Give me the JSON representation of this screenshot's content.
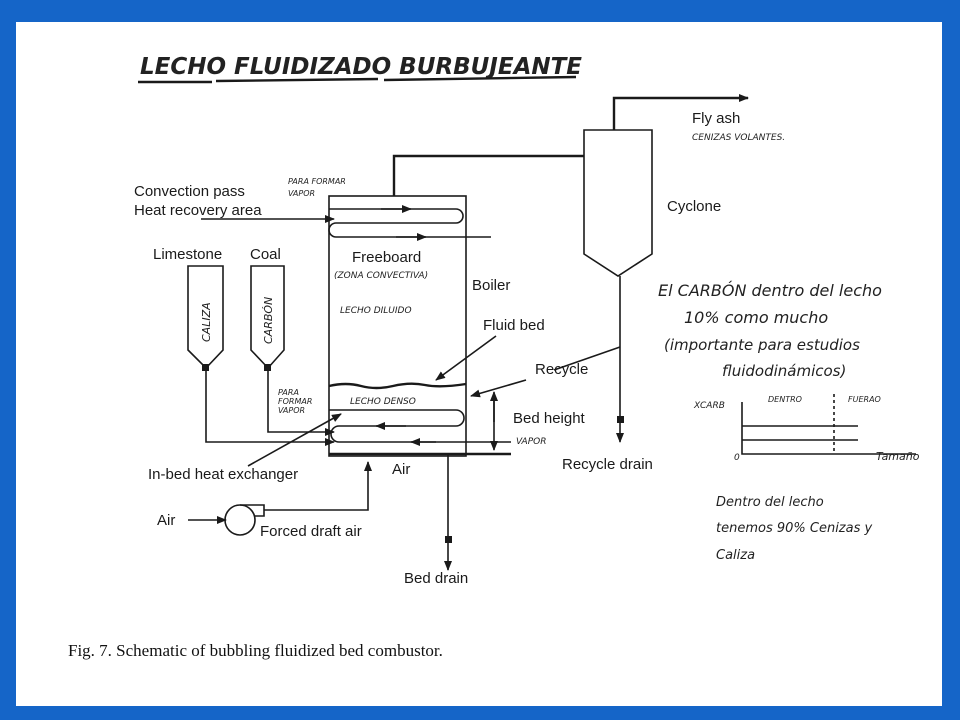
{
  "title": "LECHO FLUIDIZADO BURBUJEANTE",
  "labels": {
    "fly_ash": "Fly ash",
    "cenizas_volantes": "CENIZAS VOLANTES.",
    "para_formar_vapor_top_1": "PARA FORMAR",
    "para_formar_vapor_top_2": "VAPOR",
    "convection_pass": "Convection pass",
    "heat_recovery_area": "Heat recovery area",
    "cyclone": "Cyclone",
    "limestone": "Limestone",
    "coal": "Coal",
    "caliza": "CALIZA",
    "carbon": "CARBÓN",
    "freeboard": "Freeboard",
    "zona_convectiva": "(ZONA CONVECTIVA)",
    "boiler": "Boiler",
    "lecho_diluido": "LECHO DILUIDO",
    "fluid_bed": "Fluid bed",
    "recycle": "Recycle",
    "para_formar_vapor_bed_1": "PARA",
    "para_formar_vapor_bed_2": "FORMAR",
    "para_formar_vapor_bed_3": "VAPOR",
    "lecho_denso": "LECHO DENSO",
    "bed_height": "Bed height",
    "vapor": "VAPOR",
    "recycle_drain": "Recycle drain",
    "in_bed_heat_exchanger": "In-bed heat exchanger",
    "air_inlet": "Air",
    "air_label": "Air",
    "forced_draft_air": "Forced draft air",
    "bed_drain": "Bed drain"
  },
  "notes": {
    "line1": "El CARBÓN dentro del lecho",
    "line2": "10% como mucho",
    "line3": "(importante para estudios",
    "line4": "fluidodinámicos)",
    "graph_y": "XCARB",
    "graph_col1": "DENTRO",
    "graph_col2": "FUERAO",
    "graph_zero": "0",
    "graph_x": "Tamaño",
    "bottom1": "Dentro del lecho",
    "bottom2": "tenemos 90% Cenizas y",
    "bottom3": "Caliza"
  },
  "caption": "Fig. 7.   Schematic of bubbling fluidized bed combustor."
}
